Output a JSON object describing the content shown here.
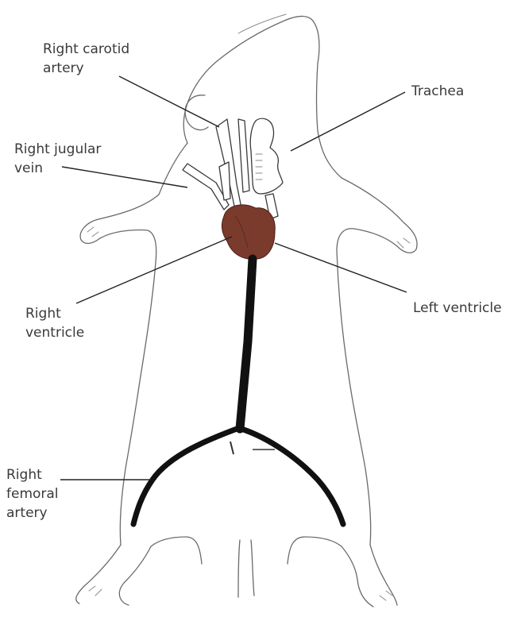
{
  "diagram": {
    "labels": {
      "right_carotid_artery": [
        "Right carotid",
        "artery"
      ],
      "trachea": "Trachea",
      "right_jugular_vein": [
        "Right jugular",
        "vein"
      ],
      "right_ventricle": [
        "Right",
        "ventricle"
      ],
      "left_ventricle": "Left ventricle",
      "right_femoral_artery": [
        "Right",
        "femoral",
        "artery"
      ]
    },
    "colors": {
      "heart": "#7a3a2c",
      "aorta": "#111111",
      "outline": "#6a6a6a"
    }
  }
}
